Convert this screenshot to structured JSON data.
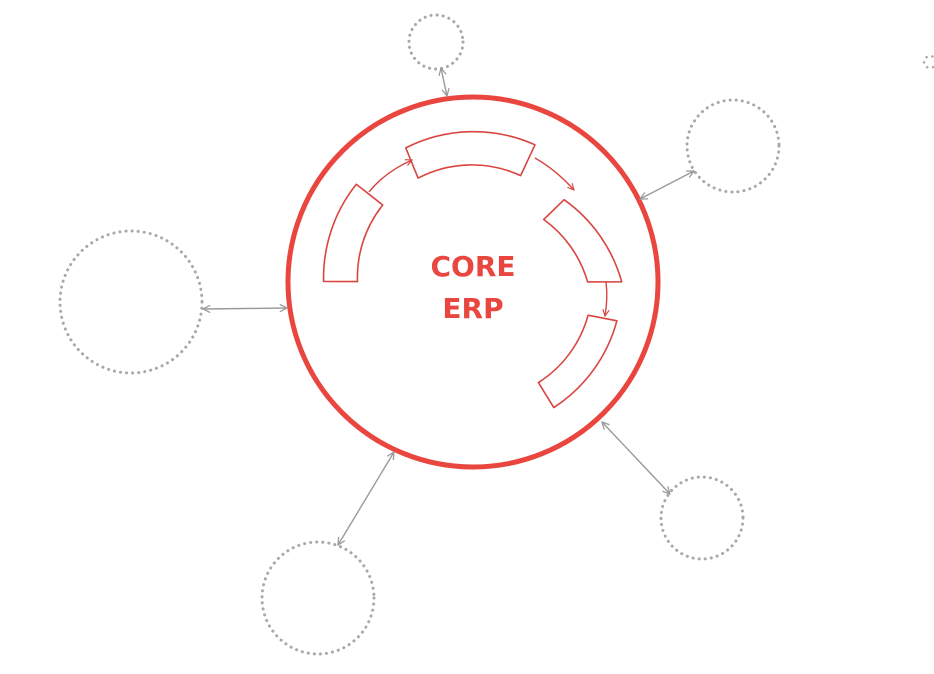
{
  "core": {
    "line1": "CORE",
    "line2": "ERP"
  },
  "colors": {
    "core": "#e8463f",
    "satellite": "#a8a8a8",
    "connector": "#9a9a9a",
    "background": "#ffffff"
  },
  "satellite_style": "dotted-circle",
  "process_segments": 4,
  "satellites": 6
}
